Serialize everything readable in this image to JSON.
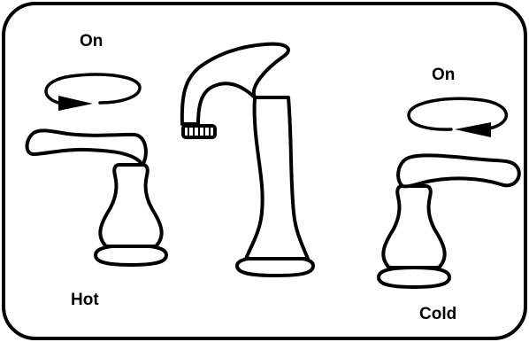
{
  "labels": {
    "left_on": "On",
    "right_on": "On",
    "hot": "Hot",
    "cold": "Cold"
  },
  "colors": {
    "stroke": "#000000",
    "fill": "#ffffff"
  },
  "icons": {
    "left_handle": "faucet-handle-lever-left",
    "right_handle": "faucet-handle-lever-right",
    "spout": "faucet-spout",
    "left_rotation": "rotation-arrow-clockwise",
    "right_rotation": "rotation-arrow-counterclockwise"
  }
}
